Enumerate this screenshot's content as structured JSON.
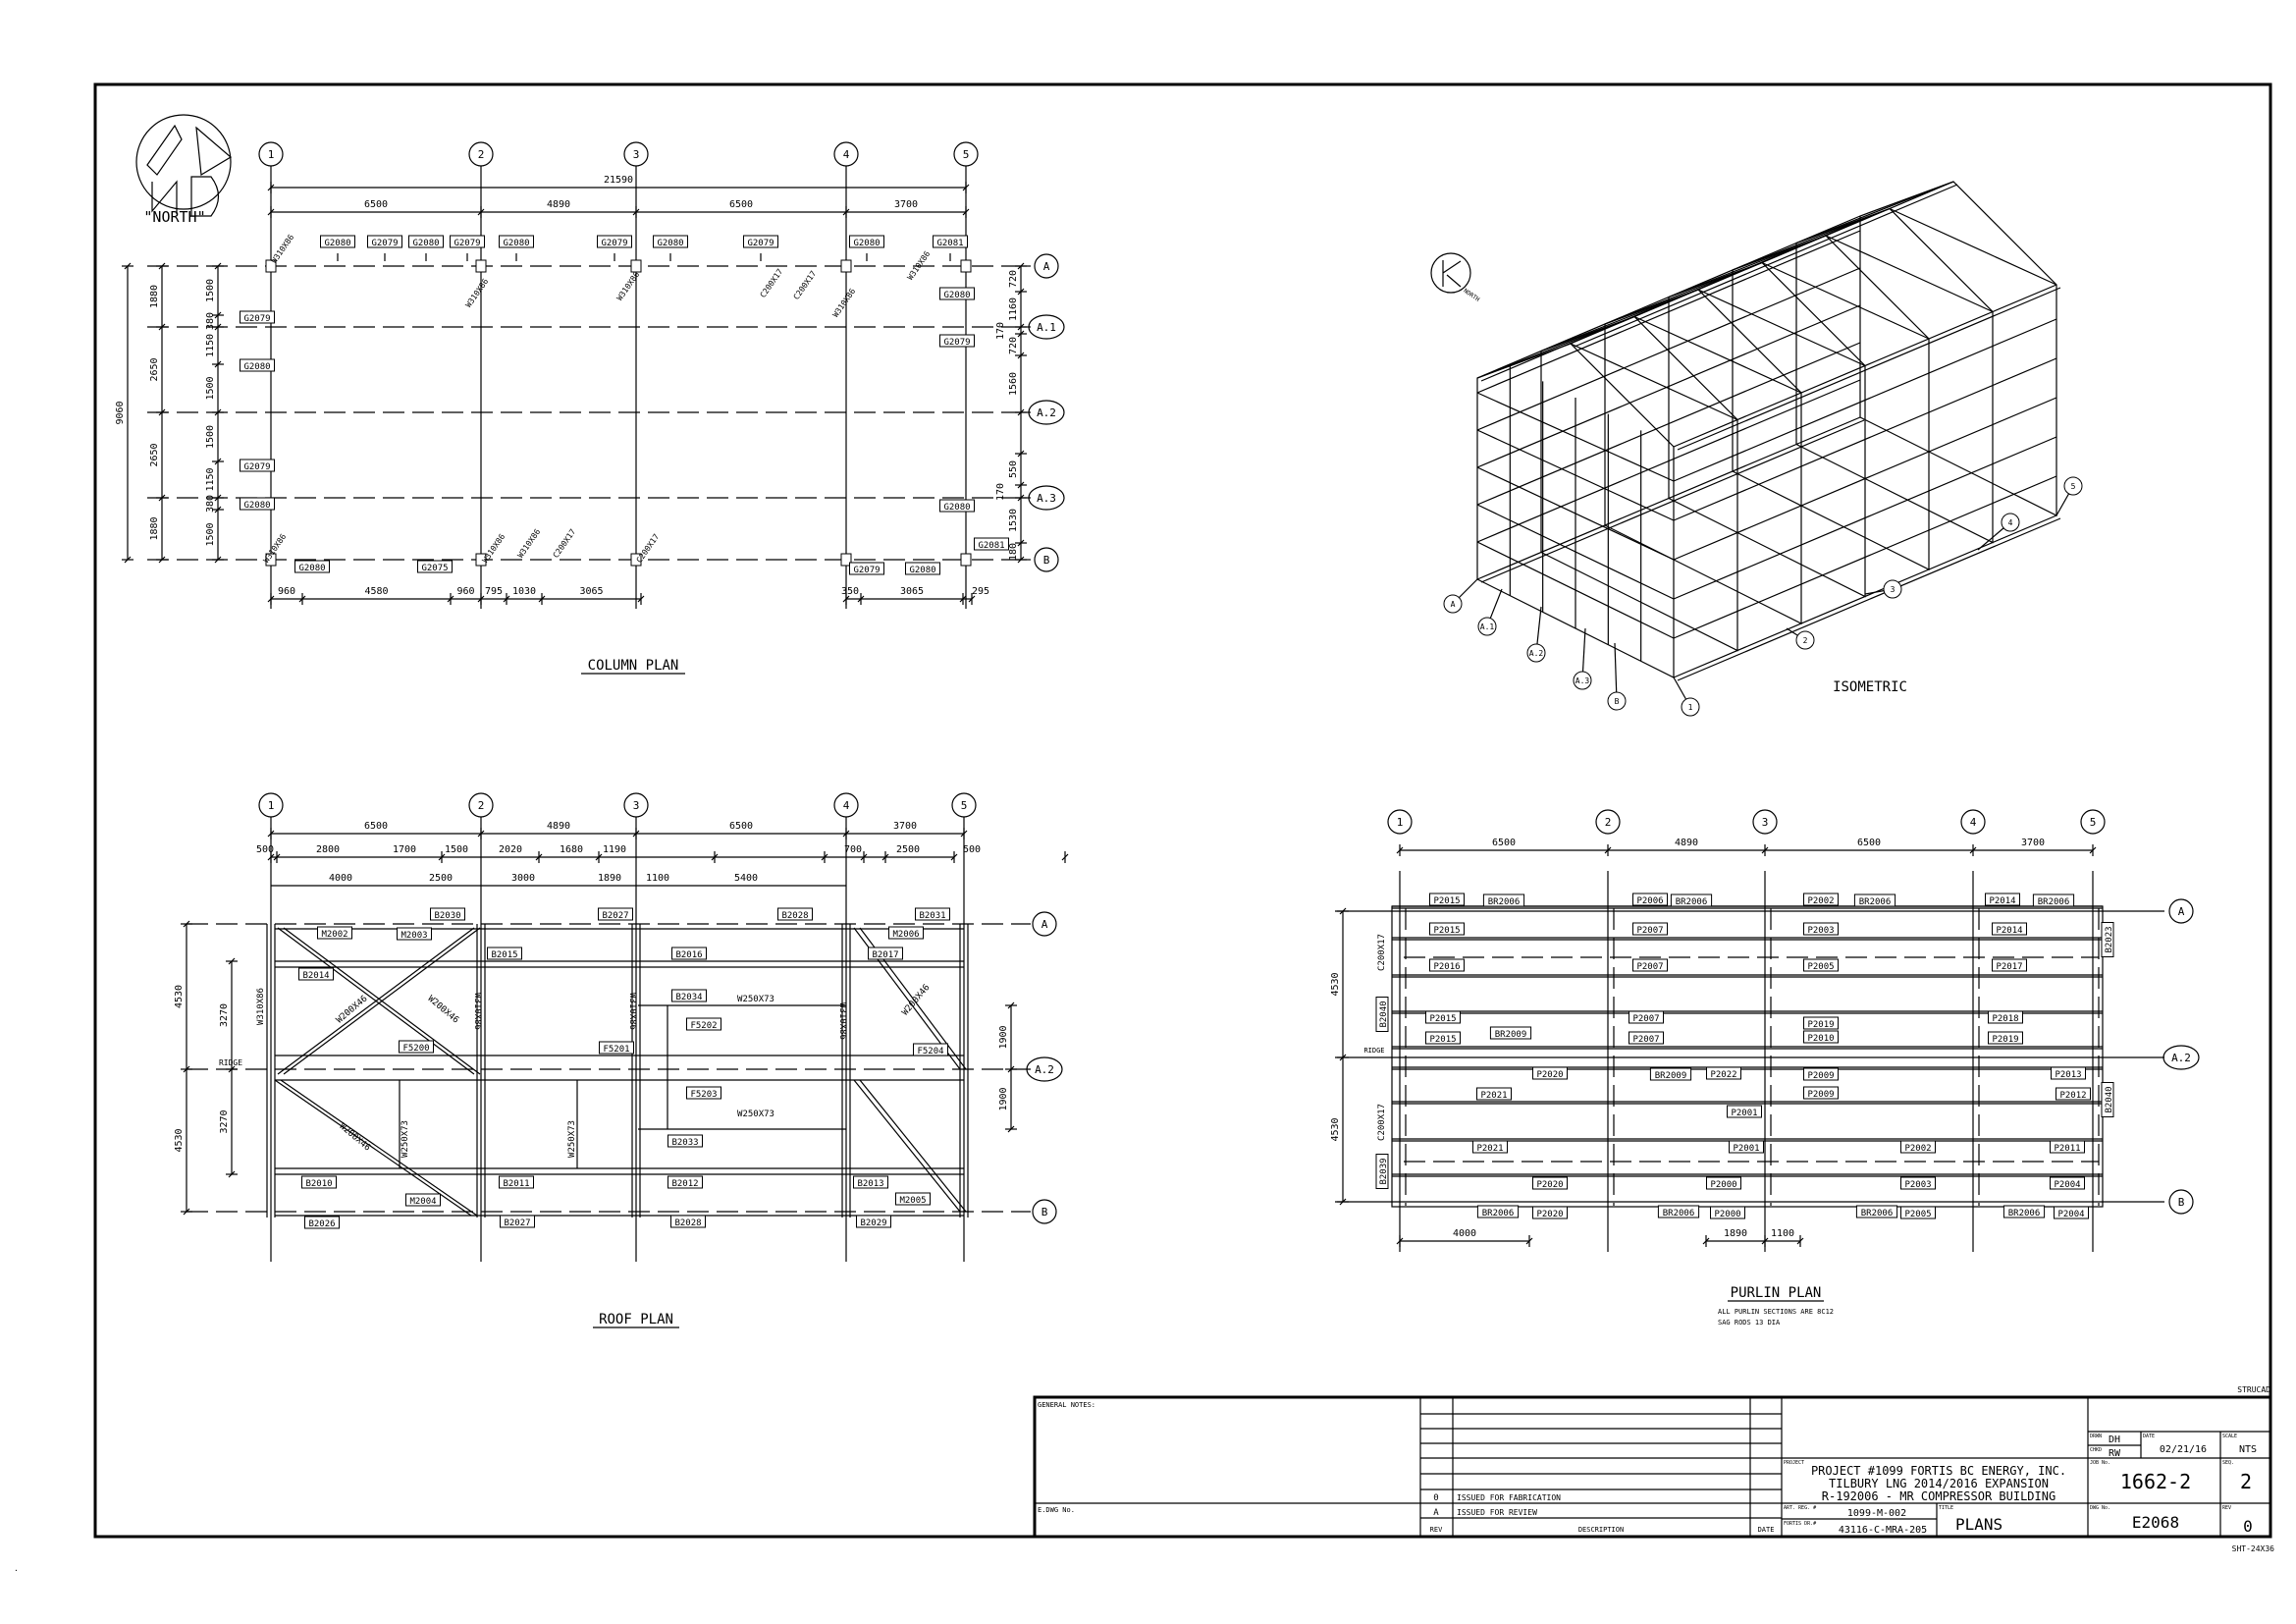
{
  "north_label": "\"NORTH\"",
  "grid_columns": [
    "1",
    "2",
    "3",
    "4",
    "5"
  ],
  "column_plan": {
    "title": "COLUMN PLAN",
    "rows": [
      "A",
      "A.1",
      "A.2",
      "A.3",
      "B"
    ],
    "dim_total": "21590",
    "dims_top": [
      "6500",
      "4890",
      "6500",
      "3700"
    ],
    "dims_bottom": [
      "960",
      "4580",
      "960",
      "795",
      "1030",
      "3065",
      "350",
      "3065",
      "295"
    ],
    "dim_left_total": "9060",
    "dims_left": [
      "1880",
      "2650",
      "2650",
      "1880"
    ],
    "dims_left_inner": [
      "1500",
      "380",
      "1150",
      "1500",
      "1500",
      "1150",
      "380",
      "1500"
    ],
    "dims_right": [
      "720",
      "1160",
      "170",
      "720",
      "1560",
      "550",
      "170",
      "1530",
      "180"
    ],
    "tags_top": [
      "G2080",
      "G2079",
      "G2080",
      "G2079",
      "G2080",
      "G2079",
      "G2080",
      "G2079",
      "G2080",
      "G2081"
    ],
    "tags_other": [
      "G2079",
      "G2080",
      "G2079",
      "G2080",
      "G2080",
      "G2075",
      "G2080",
      "G2079",
      "G2080",
      "G2079",
      "G2080",
      "G2081"
    ],
    "member_labels": [
      "W310X86",
      "W310X86",
      "W310X86",
      "C200X17",
      "C200X17",
      "W310X86",
      "W310X86",
      "W310X86",
      "W310X86",
      "C200X17",
      "C200X17",
      "W310X86"
    ]
  },
  "roof_plan": {
    "title": "ROOF PLAN",
    "rows": [
      "A",
      "A.2",
      "B"
    ],
    "dims_top": [
      "6500",
      "4890",
      "6500",
      "3700"
    ],
    "dims_second": [
      "500",
      "2800",
      "1700",
      "1500",
      "2020",
      "1680",
      "1190",
      "700",
      "2500",
      "500"
    ],
    "dims_third": [
      "4000",
      "2500",
      "3000",
      "1890",
      "1100",
      "5400"
    ],
    "dims_left": [
      "4530",
      "4530"
    ],
    "dims_left_inner": [
      "3270",
      "3270"
    ],
    "dims_right": [
      "1900",
      "1900"
    ],
    "ridge_label": "RIDGE",
    "tags": [
      "B2030",
      "B2027",
      "B2028",
      "B2031",
      "M2002",
      "M2003",
      "M2006",
      "B2015",
      "B2016",
      "B2017",
      "B2014",
      "B2034",
      "F5202",
      "F5200",
      "F5201",
      "F5204",
      "F5203",
      "B2033",
      "B2010",
      "B2011",
      "B2012",
      "B2013",
      "M2004",
      "M2005",
      "B2026",
      "B2027",
      "B2028",
      "B2029"
    ],
    "member_labels": [
      "W310X86",
      "W310X86",
      "W310X86",
      "W310X86",
      "W200X46",
      "W200X46",
      "W200X46",
      "W200X46",
      "W250X73",
      "W250X73",
      "W250X73",
      "W250X73"
    ]
  },
  "isometric": {
    "title": "ISOMETRIC",
    "north_label": "NORTH",
    "grid_bubbles": [
      "A",
      "A.1",
      "A.2",
      "A.3",
      "B",
      "1",
      "2",
      "3",
      "4",
      "5"
    ]
  },
  "purlin_plan": {
    "title": "PURLIN PLAN",
    "notes": [
      "ALL PURLIN SECTIONS ARE 8C12",
      "SAG RODS 13 DIA"
    ],
    "rows": [
      "A",
      "A.2",
      "B"
    ],
    "dims_top": [
      "6500",
      "4890",
      "6500",
      "3700"
    ],
    "dims_bottom": [
      "4000",
      "1890",
      "1100"
    ],
    "dims_left": [
      "4530",
      "4530"
    ],
    "ridge_label": "RIDGE",
    "member_labels": [
      "C200X17",
      "C200X17"
    ],
    "tags": [
      "P2015",
      "BR2006",
      "P2006",
      "BR2006",
      "P2002",
      "BR2006",
      "P2014",
      "BR2006",
      "P2015",
      "P2007",
      "P2003",
      "P2014",
      "P2016",
      "P2007",
      "P2005",
      "P2017",
      "P2015",
      "P2007",
      "P2019",
      "P2018",
      "P2015",
      "P2007",
      "P2010",
      "P2019",
      "BR2009",
      "P2020",
      "BR2009",
      "P2022",
      "P2009",
      "P2013",
      "P2021",
      "P2009",
      "P2012",
      "P2001",
      "P2021",
      "P2001",
      "P2002",
      "P2011",
      "P2020",
      "P2000",
      "P2003",
      "P2004",
      "BR2006",
      "P2020",
      "BR2006",
      "P2000",
      "BR2006",
      "P2005",
      "BR2006",
      "P2004",
      "B2040",
      "B2039",
      "B2023",
      "B2040"
    ]
  },
  "title_block": {
    "structad": "STRUCAD",
    "general_notes": "GENERAL NOTES:",
    "e_dwg_no": "E.DWG No.",
    "revisions": [
      {
        "rev": "0",
        "description": "ISSUED FOR FABRICATION"
      },
      {
        "rev": "A",
        "description": "ISSUED FOR REVIEW"
      }
    ],
    "rev_header": "REV",
    "description_header": "DESCRIPTION",
    "date_header": "DATE",
    "drwn_label": "DRWN",
    "drwn": "DH",
    "chkd_label": "CHKD",
    "chkd": "RW",
    "date_label": "DATE",
    "date": "02/21/16",
    "scale_label": "SCALE",
    "scale": "NTS",
    "project_label": "PROJECT",
    "project_lines": [
      "PROJECT #1099 FORTIS BC ENERGY, INC.",
      "TILBURY LNG 2014/2016 EXPANSION",
      "R-192006 - MR COMPRESSOR BUILDING"
    ],
    "job_label": "JOB No.",
    "job_no": "1662-2",
    "seq_label": "SEQ.",
    "seq": "2",
    "art_reg_label": "ART. REG. #",
    "art_reg": "1099-M-002",
    "fortis_label": "FORTIS DR.#",
    "fortis_dr": "43116-C-MRA-205",
    "title_label": "TITLE",
    "title": "PLANS",
    "dwg_label": "DWG No.",
    "dwg_no": "E2068",
    "rev_label": "REV",
    "rev": "0",
    "sheet_size": "SHT-24X36"
  }
}
